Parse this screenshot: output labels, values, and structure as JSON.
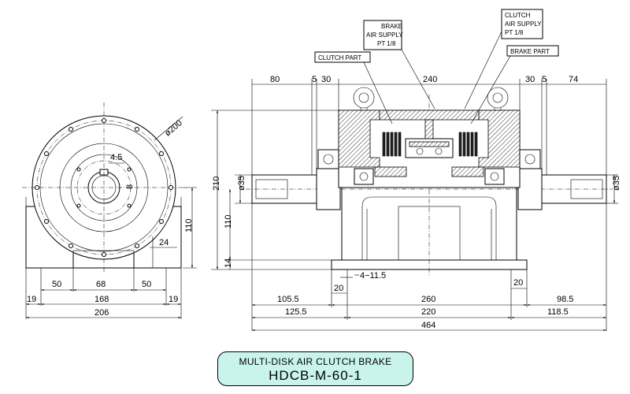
{
  "title": {
    "line1": "MULTI-DISK AIR CLUTCH BRAKE",
    "line2": "HDCB-M-60-1"
  },
  "colors": {
    "title_box_fill": "#c9f4ec",
    "line": "#000000",
    "background": "#ffffff"
  },
  "callouts": {
    "brake_air_supply": [
      "BRAKE",
      "AIR SUPPLY",
      "PT 1/8"
    ],
    "clutch_air_supply": [
      "CLUTCH",
      "AIR SUPPLY",
      "PT 1/8"
    ],
    "clutch_part": "CLUTCH PART",
    "brake_part": "BRAKE PART"
  },
  "dimensions": {
    "end_view": {
      "dia_200": "ø200",
      "d_4_5": "4.5",
      "d_8": "8",
      "d_110": "110",
      "d_24": "24",
      "d_50_left": "50",
      "d_68": "68",
      "d_50_right": "50",
      "d_19_left": "19",
      "d_168": "168",
      "d_19_right": "19",
      "d_206": "206"
    },
    "side_view": {
      "top_80": "80",
      "top_5_left": "5",
      "top_30_left": "30",
      "top_240": "240",
      "top_30_right": "30",
      "top_5_right": "5",
      "top_74": "74",
      "h_210": "210",
      "h_110": "110",
      "h_14": "14",
      "shaft_left": "ø35",
      "shaft_right": "ø35",
      "slot": "4−11.5",
      "d_20_left": "20",
      "d_20_right": "20",
      "b_105_5": "105.5",
      "b_260": "260",
      "b_98_5": "98.5",
      "b_125_5": "125.5",
      "b_220": "220",
      "b_118_5": "118.5",
      "b_464": "464"
    }
  }
}
